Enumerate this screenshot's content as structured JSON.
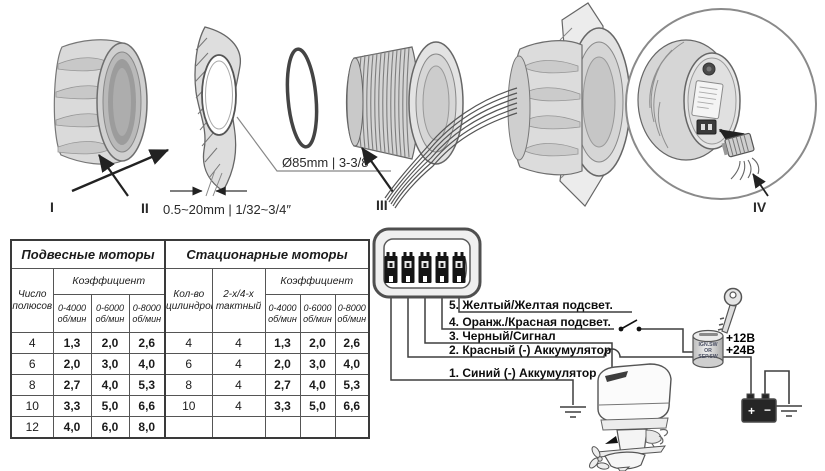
{
  "parts": {
    "numerals": [
      "I",
      "II",
      "III",
      "IV"
    ],
    "hole_dimension": "Ø85mm | 3-3/8″",
    "panel_thickness": "0.5~20mm | 1/32~3/4″"
  },
  "tables": {
    "outboard": {
      "title": "Подвесные моторы",
      "poles_header": "Число полюсов",
      "coefficient_header": "Коэффициент",
      "rpm_ranges": [
        "0-4000",
        "0-6000",
        "0-8000"
      ],
      "rpm_unit": "об/мин",
      "rows": [
        [
          "4",
          "1,3",
          "2,0",
          "2,6"
        ],
        [
          "6",
          "2,0",
          "3,0",
          "4,0"
        ],
        [
          "8",
          "2,7",
          "4,0",
          "5,3"
        ],
        [
          "10",
          "3,3",
          "5,0",
          "6,6"
        ],
        [
          "12",
          "4,0",
          "6,0",
          "8,0"
        ]
      ]
    },
    "inboard": {
      "title": "Стационарные моторы",
      "cylinders_header": "Кол-во цилиндров",
      "stroke_header": "2-х/4-х тактный",
      "coefficient_header": "Коэффициент",
      "rpm_ranges": [
        "0-4000",
        "0-6000",
        "0-8000"
      ],
      "rpm_unit": "об/мин",
      "rows": [
        [
          "4",
          "4",
          "1,3",
          "2,0",
          "2,6"
        ],
        [
          "6",
          "4",
          "2,0",
          "3,0",
          "4,0"
        ],
        [
          "8",
          "4",
          "2,7",
          "4,0",
          "5,3"
        ],
        [
          "10",
          "4",
          "3,3",
          "5,0",
          "6,6"
        ],
        [
          "",
          "",
          "",
          "",
          ""
        ]
      ]
    }
  },
  "wiring": {
    "wire_labels": [
      "5. Желтый/Желтая подсвет.",
      "4. Оранж./Красная подсвет.",
      "3. Черный/Сигнал",
      "2. Красный (-) Аккумулятор",
      "1. Синий (-) Аккумулятор"
    ],
    "ignition_switch_lines": [
      "IGN.SW",
      "OR",
      "SEP.SW"
    ],
    "voltage_labels": [
      "+12В",
      "+24В"
    ],
    "battery_plus": "+",
    "battery_minus": "−"
  }
}
